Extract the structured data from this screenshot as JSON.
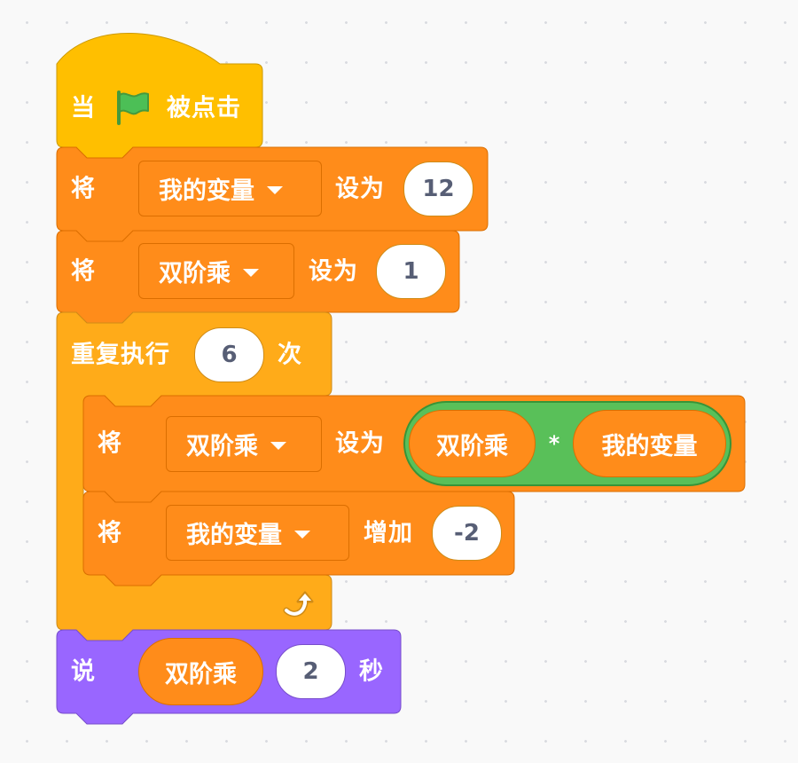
{
  "colors": {
    "events": "#ffbf00",
    "control": "#ffab19",
    "variables": "#ff8c1a",
    "looks": "#9966ff",
    "operators": "#59c059",
    "green_flag": "#4cbf56"
  },
  "icons": {
    "green_flag": "green-flag-icon",
    "loop_arrow": "loop-arrow-icon",
    "dropdown": "dropdown-caret-icon"
  },
  "script": {
    "hat": {
      "prefix": "当",
      "suffix": "被点击"
    },
    "set_my_variable": {
      "label": "将",
      "variable": "我的变量",
      "to_label": "设为",
      "value": "12"
    },
    "set_factorial": {
      "label": "将",
      "variable": "双阶乘",
      "to_label": "设为",
      "value": "1"
    },
    "repeat": {
      "label": "重复执行",
      "times": "6",
      "suffix": "次",
      "body": {
        "set_factorial": {
          "label": "将",
          "variable": "双阶乘",
          "to_label": "设为",
          "operator": {
            "left": "双阶乘",
            "symbol": "*",
            "right": "我的变量"
          }
        },
        "change_my_variable": {
          "label": "将",
          "variable": "我的变量",
          "by_label": "增加",
          "value": "-2"
        }
      }
    },
    "say": {
      "label": "说",
      "reporter": "双阶乘",
      "seconds": "2",
      "suffix": "秒"
    }
  }
}
